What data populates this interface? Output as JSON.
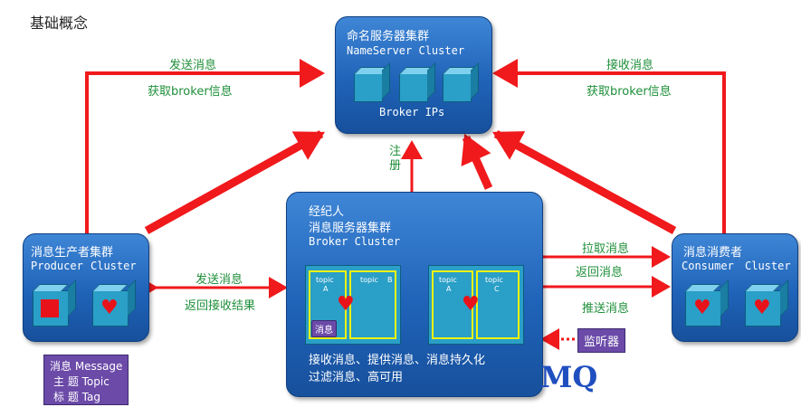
{
  "page_title": "基础概念",
  "nameserver": {
    "title": "命名服务器集群",
    "subtitle": "NameServer Cluster",
    "footer": "Broker IPs"
  },
  "producer": {
    "title": "消息生产者集群",
    "subtitle_a": "Producer",
    "subtitle_b": "Cluster"
  },
  "broker": {
    "title": "经纪人",
    "title2": "消息服务器集群",
    "subtitle": "Broker Cluster",
    "topic_a1": "topic",
    "topic_a1_letter": "A",
    "topic_b": "topic",
    "topic_b_letter": "B",
    "topic_a2": "topic",
    "topic_a2_letter": "A",
    "topic_c": "topic",
    "topic_c_letter": "C",
    "msg_tag": "消息",
    "desc1": "接收消息、提供消息、消息持久化",
    "desc2": "过滤消息、高可用"
  },
  "consumer": {
    "title": "消息消费者",
    "subtitle_a": "Consumer",
    "subtitle_b": "Cluster"
  },
  "legend": {
    "line1": "消息 Message",
    "line2": "主 题 Topic",
    "line3": "标 题 Tag"
  },
  "listener": "监听器",
  "mq": "MQ",
  "labels": {
    "send_top": "发送消息",
    "get_broker_left": "获取broker信息",
    "recv_top": "接收消息",
    "get_broker_right": "获取broker信息",
    "register": "注册",
    "send_mid": "发送消息",
    "return_result": "返回接收结果",
    "pull": "拉取消息",
    "return_msg": "返回消息",
    "push": "推送消息"
  },
  "colors": {
    "arrow": "#f0191c",
    "box": "#1f63b8",
    "label": "#1f8f3a",
    "highlight": "#f2f20a",
    "legend": "#6b4aa8"
  }
}
